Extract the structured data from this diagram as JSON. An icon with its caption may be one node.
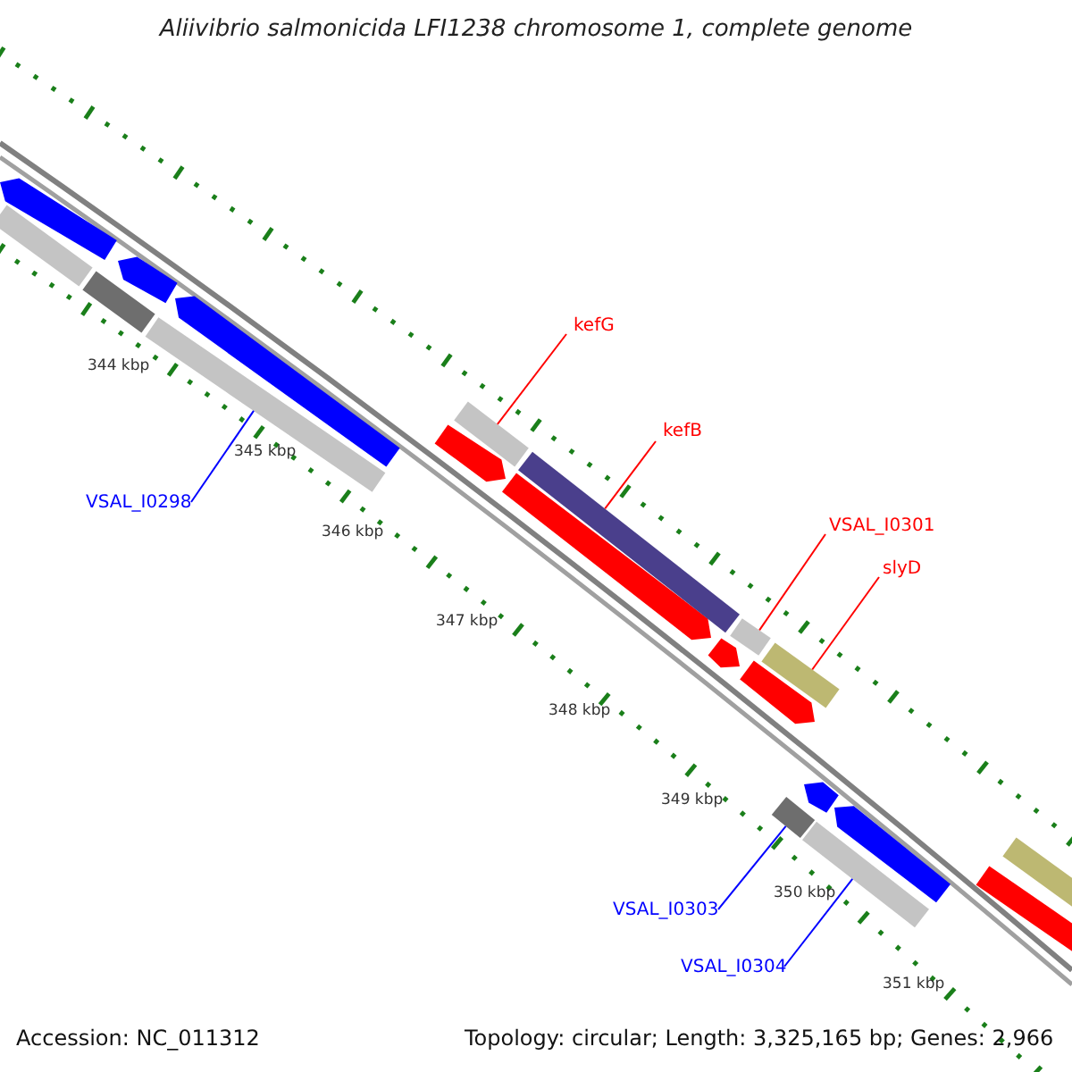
{
  "diagram": {
    "title": "Aliivibrio salmonicida LFI1238 chromosome 1, complete genome",
    "nodes": [
      {
        "text": [
          "kefG"
        ]
      },
      {
        "text": [
          "kefB"
        ]
      },
      {
        "text": [
          "VSAL_I0298"
        ]
      },
      {
        "text": [
          "VSAL_I0301"
        ]
      },
      {
        "text": [
          "slyD"
        ]
      },
      {
        "text": [
          "VSAL_I0303"
        ]
      },
      {
        "text": [
          "VSAL_I0304"
        ]
      },
      {
        "text": [],
        "shape": "arrow"
      },
      {
        "text": [],
        "shape": "bar"
      },
      {
        "text": [],
        "shape": "bar"
      },
      {
        "text": [],
        "shape": "arrow"
      },
      {
        "text": [],
        "shape": "bar"
      },
      {
        "text": [],
        "shape": "arrow"
      },
      {
        "text": [],
        "shape": "arrow"
      },
      {
        "text": [],
        "shape": "bar"
      },
      {
        "text": [],
        "shape": "arrow"
      },
      {
        "text": [],
        "shape": "bar"
      },
      {
        "text": [],
        "shape": "arrow"
      },
      {
        "text": [],
        "shape": "bar"
      },
      {
        "text": [],
        "shape": "arrow"
      },
      {
        "text": [],
        "shape": "bar"
      },
      {
        "text": [],
        "shape": "bar"
      },
      {
        "text": [],
        "shape": "arrow"
      },
      {
        "text": [],
        "shape": "bar"
      },
      {
        "text": [],
        "shape": "arrow"
      },
      {
        "text": [],
        "shape": "bar"
      },
      {
        "text": [],
        "shape": "bar"
      }
    ],
    "edges": [
      {
        "from": 2,
        "to": 11,
        "arrow": "none",
        "color": "#0000ff"
      },
      {
        "from": 0,
        "to": 14,
        "arrow": "none"
      },
      {
        "from": 1,
        "to": 16,
        "arrow": "none"
      },
      {
        "from": 3,
        "to": 18,
        "arrow": "none"
      },
      {
        "from": 4,
        "to": 20,
        "arrow": "none"
      },
      {
        "from": 5,
        "to": 21,
        "arrow": "none",
        "color": "#0000ff"
      },
      {
        "from": 6,
        "to": 23,
        "arrow": "none",
        "color": "#0000ff"
      }
    ],
    "labels": [
      "344 kbp",
      "345 kbp",
      "346 kbp",
      "347 kbp",
      "348 kbp",
      "349 kbp",
      "350 kbp",
      "351 kbp",
      "Accession: NC_011312",
      "Topology: circular; Length: 3,325,165 bp; Genes: 2,966"
    ]
  }
}
